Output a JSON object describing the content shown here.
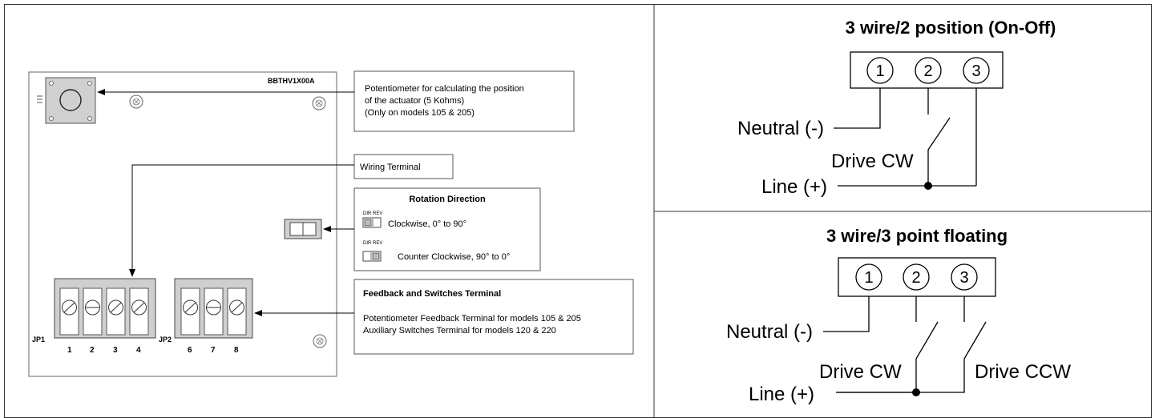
{
  "board": {
    "model_label": "BBTHV1X00A",
    "potentiometer_callout": [
      "Potentiometer for calculating the position",
      "of the actuator (5 Kohms)",
      "(Only on models 105 & 205)"
    ],
    "wiring_terminal_label": "Wiring Terminal",
    "rotation": {
      "title": "Rotation Direction",
      "switch_labels": [
        "DIR",
        "REV"
      ],
      "clockwise": "Clockwise, 0° to 90°",
      "counter_clockwise": "Counter Clockwise, 90° to 0°"
    },
    "feedback": {
      "title": "Feedback and Switches Terminal",
      "lines": [
        "Potentiometer Feedback Terminal for models 105 & 205",
        "Auxiliary Switches Terminal for models 120 & 220"
      ]
    },
    "jp1_label": "JP1",
    "jp2_label": "JP2",
    "jp1_terminals": [
      "1",
      "2",
      "3",
      "4"
    ],
    "jp2_terminals": [
      "6",
      "7",
      "8"
    ]
  },
  "two_position": {
    "title": "3 wire/2 position (On-Off)",
    "terminals": [
      "1",
      "2",
      "3"
    ],
    "neutral": "Neutral (-)",
    "drive_cw": "Drive CW",
    "line": "Line (+)"
  },
  "three_point": {
    "title": "3 wire/3 point floating",
    "terminals": [
      "1",
      "2",
      "3"
    ],
    "neutral": "Neutral (-)",
    "drive_cw": "Drive CW",
    "drive_ccw": "Drive CCW",
    "line": "Line (+)"
  }
}
